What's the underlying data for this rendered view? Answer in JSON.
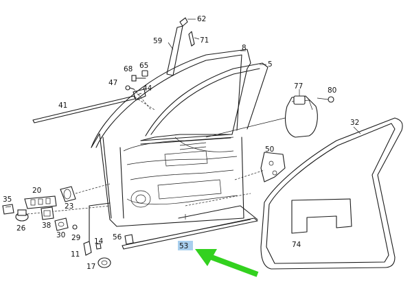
{
  "labels": {
    "l62": "62",
    "l59": "59",
    "l71": "71",
    "l8": "8",
    "l5": "5",
    "l68": "68",
    "l65": "65",
    "l47": "47",
    "l44": "44",
    "l41": "41",
    "l77": "77",
    "l80": "80",
    "l32": "32",
    "l50": "50",
    "l35": "35",
    "l20": "20",
    "l23": "23",
    "l26": "26",
    "l38": "38",
    "l30": "30",
    "l29": "29",
    "l56": "56",
    "l14": "14",
    "l11": "11",
    "l17": "17",
    "l53": "53",
    "l74": "74"
  },
  "highlight": {
    "part": "53",
    "color": "#a9cfee"
  },
  "arrow": {
    "color": "#33d11f",
    "target": "53"
  }
}
